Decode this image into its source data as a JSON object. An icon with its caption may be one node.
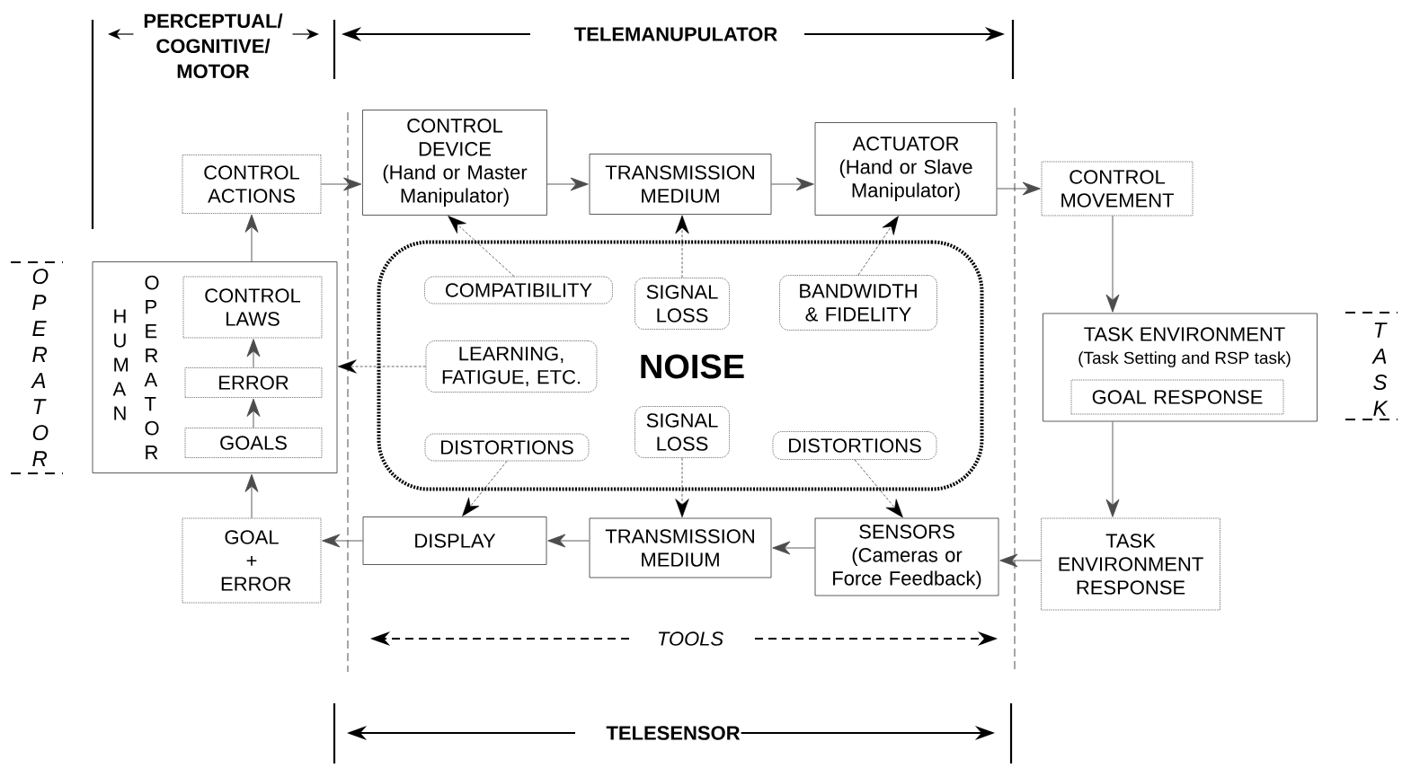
{
  "diagram": {
    "nodes": [
      {
        "text": [
          "CONTROL ACTIONS"
        ]
      },
      {
        "text": [
          "CONTROL DEVICE",
          "(Hand or Master Manipulator)"
        ]
      },
      {
        "text": [
          "TRANSMISSION MEDIUM"
        ]
      },
      {
        "text": [
          "ACTUATOR",
          "(Hand or Slave Manipulator)"
        ]
      },
      {
        "text": [
          "CONTROL MOVEMENT"
        ]
      },
      {
        "text": [
          "HUMAN",
          "OPERATOR"
        ]
      },
      {
        "text": [
          "CONTROL LAWS"
        ],
        "in": 5
      },
      {
        "text": [
          "ERROR"
        ],
        "in": 5
      },
      {
        "text": [
          "GOALS"
        ],
        "in": 5
      },
      {
        "text": [
          "NOISE"
        ]
      },
      {
        "text": [
          "COMPATIBILITY"
        ],
        "in": 9
      },
      {
        "text": [
          "SIGNAL LOSS"
        ],
        "in": 9
      },
      {
        "text": [
          "BANDWIDTH & FIDELITY"
        ],
        "in": 9
      },
      {
        "text": [
          "LEARNING, FATIGUE, ETC."
        ],
        "in": 9
      },
      {
        "text": [
          "DISTORTIONS"
        ],
        "in": 9
      },
      {
        "text": [
          "SIGNAL LOSS"
        ],
        "in": 9
      },
      {
        "text": [
          "DISTORTIONS"
        ],
        "in": 9
      },
      {
        "text": [
          "TASK ENVIRONMENT",
          "(Task Setting and RSP task)"
        ]
      },
      {
        "text": [
          "GOAL RESPONSE"
        ],
        "in": 17
      },
      {
        "text": [
          "GOAL + ERROR"
        ]
      },
      {
        "text": [
          "DISPLAY"
        ]
      },
      {
        "text": [
          "TRANSMISSION MEDIUM"
        ]
      },
      {
        "text": [
          "SENSORS (Cameras or Force Feedback)"
        ]
      },
      {
        "text": [
          "TASK ENVIRONMENT RESPONSE"
        ]
      }
    ],
    "edges": [
      {
        "from": 0,
        "to": 1,
        "arrow": "to"
      },
      {
        "from": 1,
        "to": 2,
        "arrow": "to"
      },
      {
        "from": 2,
        "to": 3,
        "arrow": "to"
      },
      {
        "from": 3,
        "to": 4,
        "arrow": "to"
      },
      {
        "from": 5,
        "to": 0,
        "arrow": "to"
      },
      {
        "from": 8,
        "to": 7,
        "arrow": "to"
      },
      {
        "from": 7,
        "to": 6,
        "arrow": "to"
      },
      {
        "from": 19,
        "to": 5,
        "arrow": "to"
      },
      {
        "from": 4,
        "to": 17,
        "arrow": "to"
      },
      {
        "from": 17,
        "to": 23,
        "arrow": "to"
      },
      {
        "from": 23,
        "to": 22,
        "arrow": "to"
      },
      {
        "from": 22,
        "to": 21,
        "arrow": "to"
      },
      {
        "from": 21,
        "to": 20,
        "arrow": "to"
      },
      {
        "from": 20,
        "to": 19,
        "arrow": "to"
      },
      {
        "from": 10,
        "to": 1,
        "arrow": "to",
        "style": "dashed"
      },
      {
        "from": 11,
        "to": 2,
        "arrow": "to",
        "style": "dashed"
      },
      {
        "from": 12,
        "to": 3,
        "arrow": "to",
        "style": "dashed"
      },
      {
        "from": 13,
        "to": 5,
        "arrow": "to",
        "style": "dashed"
      },
      {
        "from": 14,
        "to": 20,
        "arrow": "to",
        "style": "dashed"
      },
      {
        "from": 15,
        "to": 21,
        "arrow": "to",
        "style": "dashed"
      },
      {
        "from": 16,
        "to": 22,
        "arrow": "to",
        "style": "dashed"
      }
    ],
    "labels": [
      "PERCEPTUAL/ COGNITIVE/ MOTOR",
      "TELEMANUPULATOR",
      "OPERATOR",
      "TASK",
      "TOOLS",
      "TELESENSOR"
    ]
  }
}
